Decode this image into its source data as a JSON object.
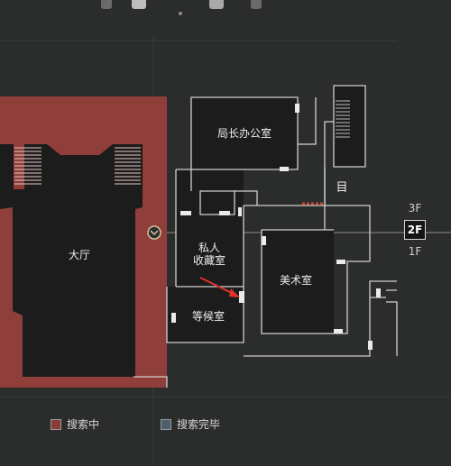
{
  "map": {
    "rooms": {
      "lobby": "大厅",
      "chief_office": "局长办公室",
      "private_collection_1": "私人",
      "private_collection_2": "收藏室",
      "art_room": "美术室",
      "waiting_room": "等候室"
    },
    "floors": [
      "3F",
      "2F",
      "1F"
    ],
    "current_floor": "2F",
    "stair_icon_glyph": "目"
  },
  "legend": {
    "searching": {
      "label": "搜索中",
      "color": "#8a3c38"
    },
    "search_done": {
      "label": "搜索完毕",
      "color": "#4c5f6b"
    }
  },
  "colors": {
    "background": "#2b2c2c",
    "wall": "#cfcfcf",
    "lobby_fill": "#8f3e3a",
    "arrow": "#e2312c"
  }
}
